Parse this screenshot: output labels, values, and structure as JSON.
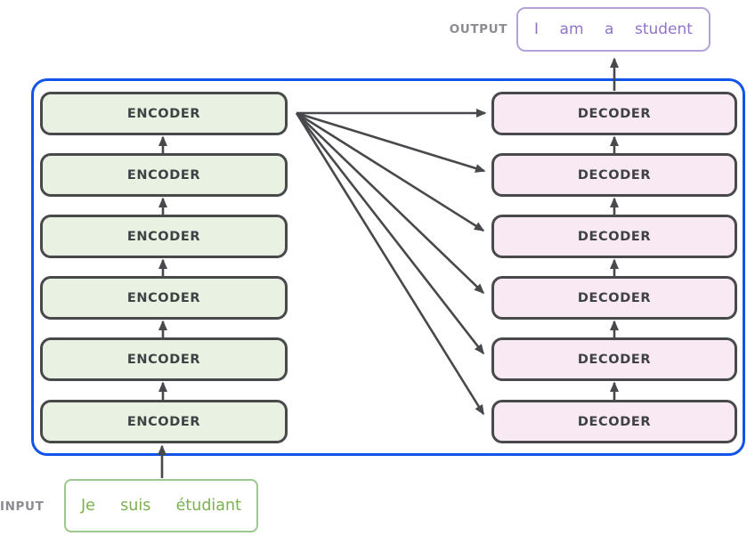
{
  "diagram": {
    "title_hint": "transformer-encoder-decoder-stack",
    "output_label": "OUTPUT",
    "input_label": "INPUT",
    "output_words": [
      "I",
      "am",
      "a",
      "student"
    ],
    "input_words": [
      "Je",
      "suis",
      "étudiant"
    ],
    "encoder_label": "ENCODER",
    "decoder_label": "DECODER",
    "encoder_count": 6,
    "decoder_count": 6,
    "connections": {
      "input_to_bottom_encoder": true,
      "encoders_stacked_bottom_up": true,
      "top_encoder_fans_out_to_every_decoder": true,
      "decoders_stacked_bottom_up": true,
      "top_decoder_to_output": true
    },
    "colors": {
      "encoder_fill": "#e9f2e2",
      "decoder_fill": "#f9e9f3",
      "box_border": "#47494b",
      "box_text": "#3e4245",
      "container_border": "#1253e8",
      "output_border": "#b6a2da",
      "output_text": "#9173cb",
      "input_border": "#9cc78e",
      "input_text": "#7cb152",
      "label_color": "#8b8b91",
      "arrow_color": "#47494c"
    }
  }
}
